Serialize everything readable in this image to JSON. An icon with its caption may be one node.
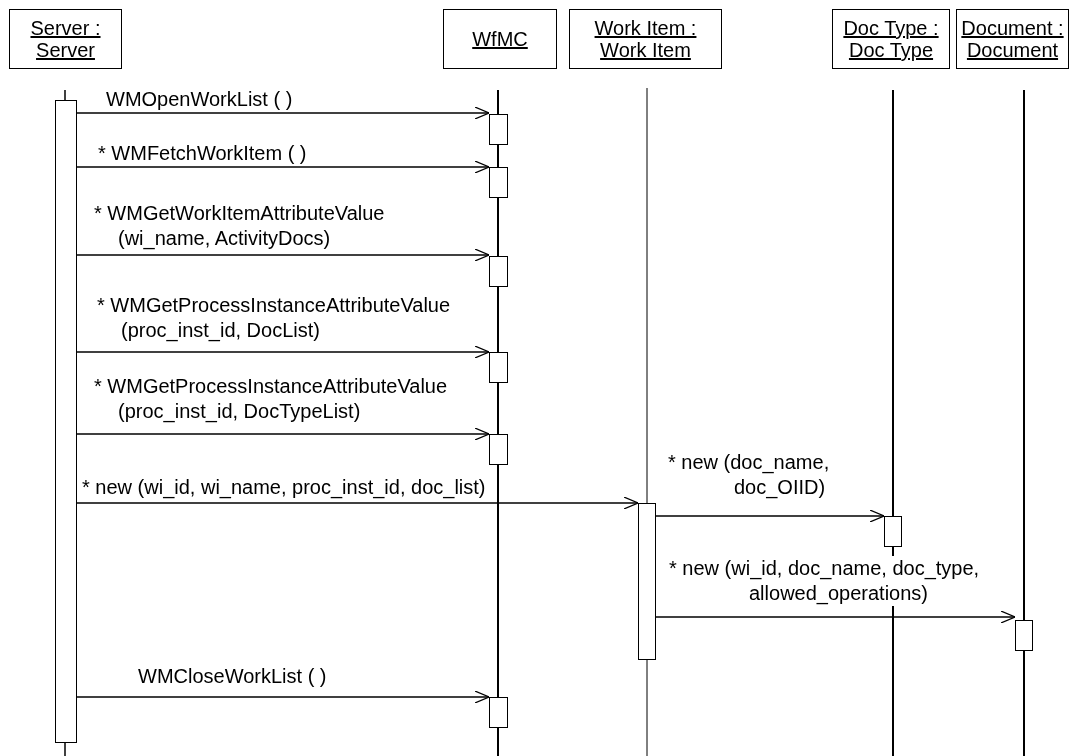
{
  "diagram": {
    "nodes": [
      {
        "text": [
          "Server : Server"
        ]
      },
      {
        "text": [
          "WfMC"
        ]
      },
      {
        "text": [
          "Work Item : Work Item"
        ]
      },
      {
        "text": [
          "Doc Type : Doc Type"
        ]
      },
      {
        "text": [
          "Document : Document"
        ]
      },
      {
        "text": [],
        "shape": "box"
      },
      {
        "text": [],
        "shape": "box"
      },
      {
        "text": [],
        "shape": "box"
      },
      {
        "text": [],
        "shape": "box"
      },
      {
        "text": [],
        "shape": "box"
      },
      {
        "text": [],
        "shape": "box"
      },
      {
        "text": [],
        "shape": "box"
      },
      {
        "text": [],
        "shape": "box"
      },
      {
        "text": [],
        "shape": "box"
      },
      {
        "text": [],
        "shape": "box"
      }
    ],
    "edges": [
      {
        "from": 5,
        "to": 6,
        "arrow": "to",
        "label": "WMOpenWorkList ( )"
      },
      {
        "from": 5,
        "to": 7,
        "arrow": "to",
        "label": "* WMFetchWorkItem ( )"
      },
      {
        "from": 5,
        "to": 8,
        "arrow": "to",
        "label": "* WMGetWorkItemAttributeValue (wi_name, ActivityDocs)"
      },
      {
        "from": 5,
        "to": 9,
        "arrow": "to",
        "label": "* WMGetProcessInstanceAttributeValue (proc_inst_id, DocList)"
      },
      {
        "from": 5,
        "to": 10,
        "arrow": "to",
        "label": "* WMGetProcessInstanceAttributeValue (proc_inst_id, DocTypeList)"
      },
      {
        "from": 5,
        "to": 11,
        "arrow": "to",
        "label": "* new (wi_id, wi_name, proc_inst_id, doc_list)"
      },
      {
        "from": 11,
        "to": 12,
        "arrow": "to",
        "label": "* new (doc_name, doc_OIID)"
      },
      {
        "from": 11,
        "to": 13,
        "arrow": "to",
        "label": "* new (wi_id, doc_name, doc_type, allowed_operations)"
      },
      {
        "from": 5,
        "to": 14,
        "arrow": "to",
        "label": "WMCloseWorkList ( )"
      }
    ]
  }
}
